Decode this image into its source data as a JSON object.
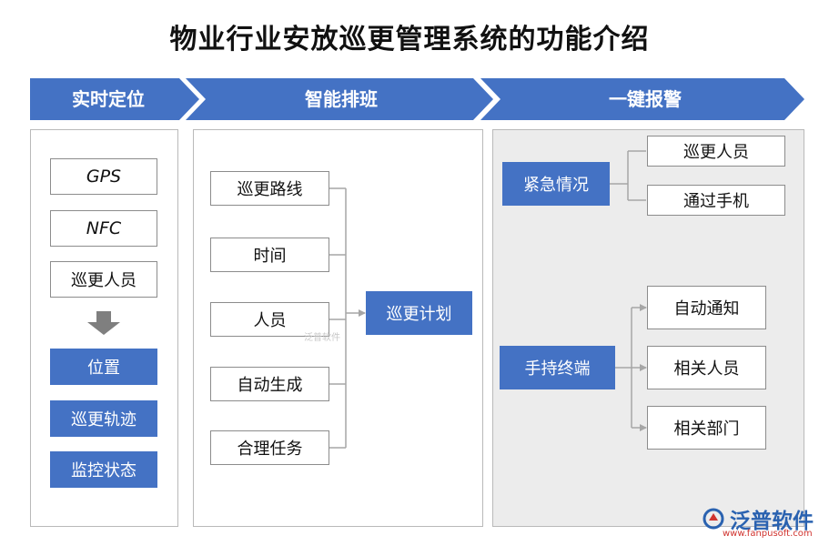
{
  "title": "物业行业安放巡更管理系统的功能介绍",
  "headers": [
    "实时定位",
    "智能排班",
    "一键报警"
  ],
  "col1": {
    "inputs": [
      "GPS",
      "NFC",
      "巡更人员"
    ],
    "outputs": [
      "位置",
      "巡更轨迹",
      "监控状态"
    ]
  },
  "col2": {
    "items": [
      "巡更路线",
      "时间",
      "人员",
      "自动生成",
      "合理任务"
    ],
    "result": "巡更计划"
  },
  "col3": {
    "emergency": {
      "label": "紧急情况",
      "items": [
        "巡更人员",
        "通过手机"
      ]
    },
    "handheld": {
      "label": "手持终端",
      "items": [
        "自动通知",
        "相关人员",
        "相关部门"
      ]
    }
  },
  "logo": {
    "name": "泛普软件",
    "url": "www.fanpusoft.com"
  },
  "watermark": "泛普软件",
  "colors": {
    "accent": "#4472c4",
    "panel_gray": "#ececec",
    "line": "#a6a6a6"
  }
}
